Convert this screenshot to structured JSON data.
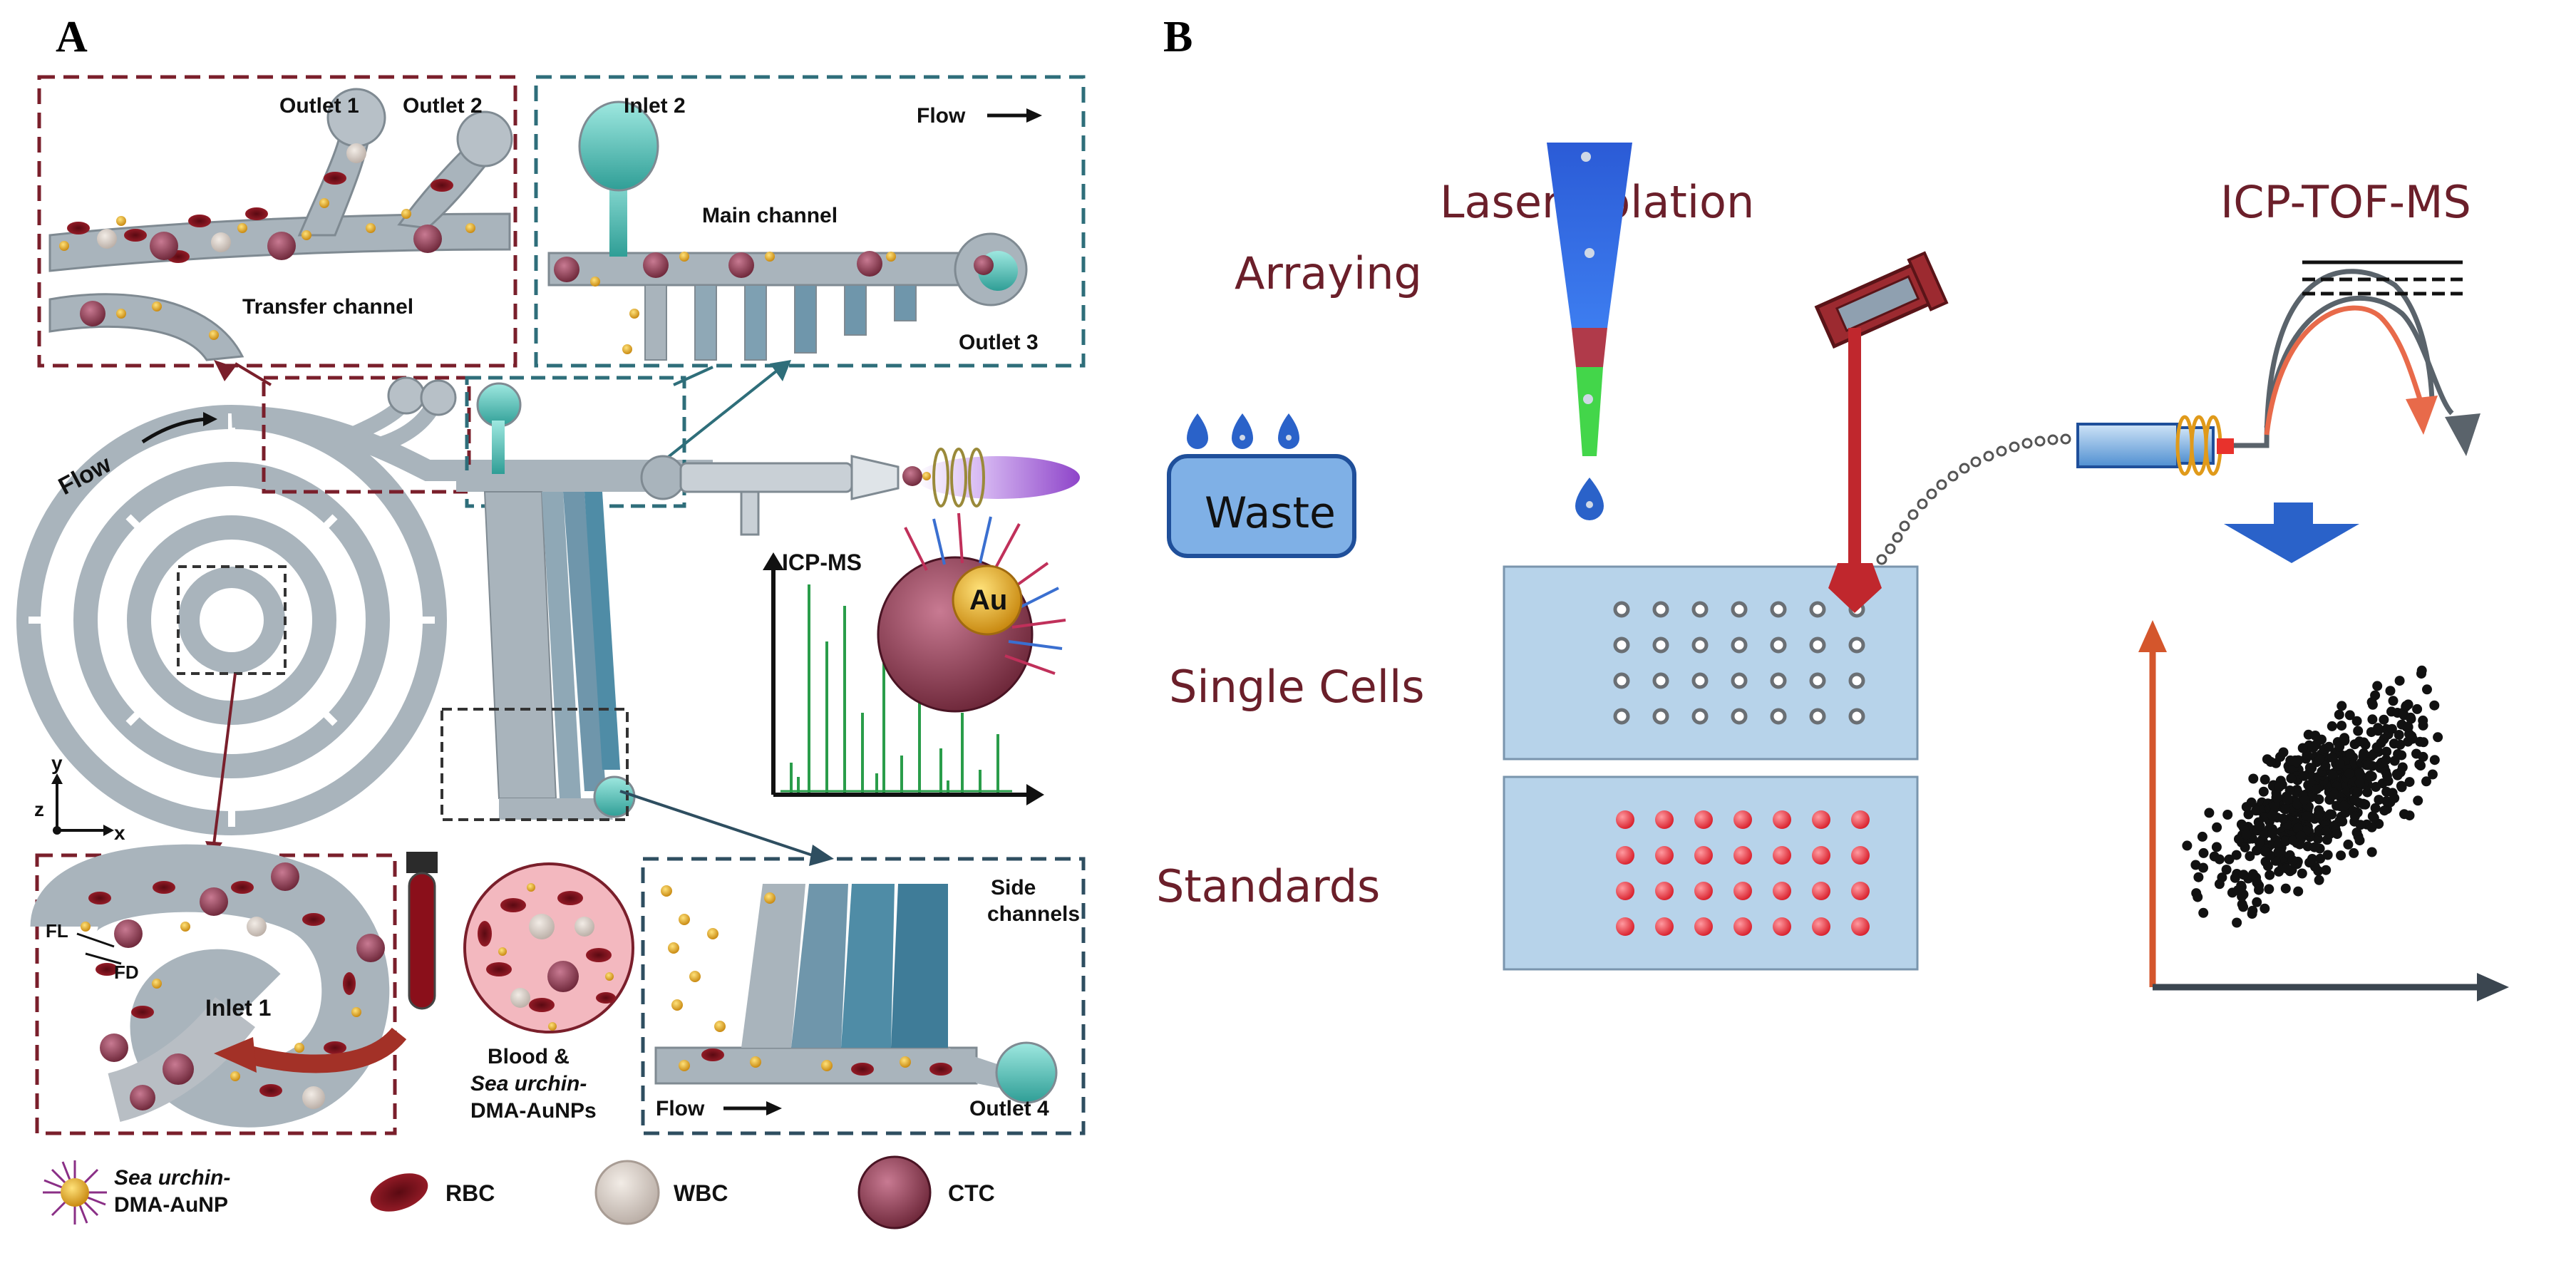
{
  "panel_a": {
    "letter": "A",
    "labels": {
      "outlet1": "Outlet 1",
      "outlet2": "Outlet 2",
      "inlet2": "Inlet 2",
      "flow_top": "Flow",
      "main_channel": "Main channel",
      "transfer_channel": "Transfer channel",
      "outlet3": "Outlet 3",
      "flow_spiral": "Flow",
      "icp_ms": "ICP-MS",
      "au": "Au",
      "axis_y": "y",
      "axis_z": "z",
      "axis_x": "x",
      "fl": "FL",
      "fd": "FD",
      "inlet1": "Inlet 1",
      "blood_line1": "Blood &",
      "blood_line2": "Sea urchin-",
      "blood_line3": "DMA-AuNPs",
      "side_channels_1": "Side",
      "side_channels_2": "channels",
      "flow_bottom": "Flow",
      "outlet4": "Outlet 4"
    },
    "legend": [
      {
        "line1": "Sea urchin-",
        "line2": "DMA-AuNP",
        "icon": "nanoparticle-icon"
      },
      {
        "line1": "RBC",
        "icon": "rbc-icon"
      },
      {
        "line1": "WBC",
        "icon": "wbc-icon"
      },
      {
        "line1": "CTC",
        "icon": "ctc-icon"
      }
    ],
    "colors": {
      "red_box": "#7a1f2b",
      "teal_box": "#2e6e7a",
      "channel": "#a9b4bc",
      "teal": "#5bc8c0"
    }
  },
  "panel_b": {
    "letter": "B",
    "labels": {
      "arraying": "Arraying",
      "waste": "Waste",
      "single_cells": "Single Cells",
      "standards": "Standards",
      "laser_ablation": "Laser-Ablation",
      "icp_tof_ms": "ICP-TOF-MS"
    },
    "colors": {
      "text": "#6b1f2a",
      "plate": "#b7d3ea",
      "laser": "#c0272d",
      "arrow": "#2a62c9"
    }
  }
}
